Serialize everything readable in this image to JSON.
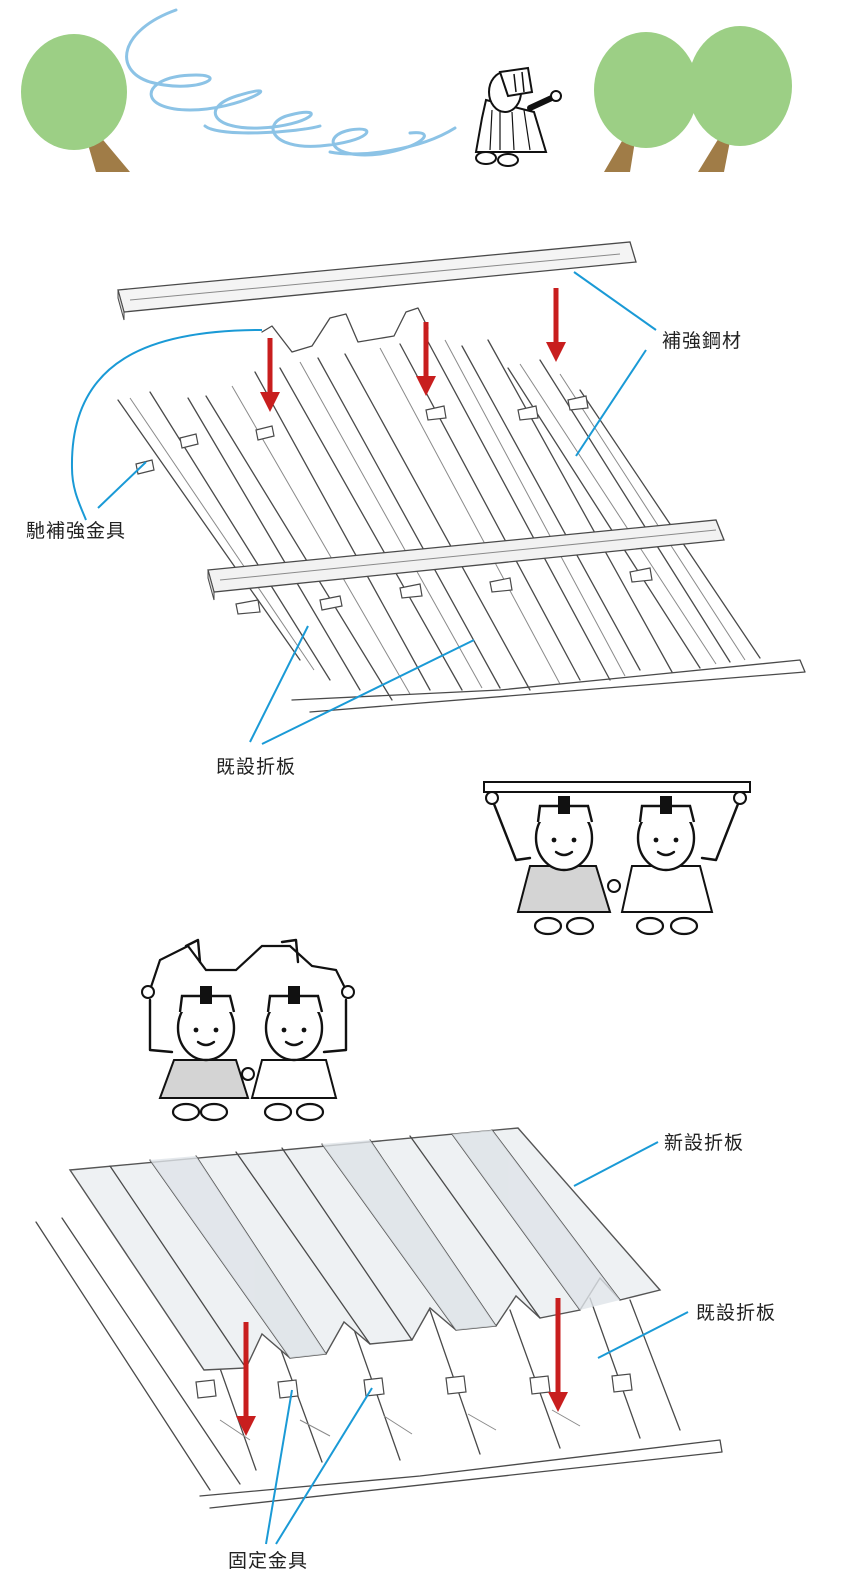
{
  "labels": {
    "reinforcement_steel": "補強鋼材",
    "purlin_bracket": "馳補強金具",
    "existing_sheet_top": "既設折板",
    "new_sheet": "新設折板",
    "existing_sheet_bottom": "既設折板",
    "fixing_bracket": "固定金具"
  },
  "colors": {
    "tree_foliage": "#9ccf85",
    "tree_trunk": "#a07c47",
    "wind": "#8cc3e6",
    "leader": "#1a9ad6",
    "arrow": "#c81e1e"
  }
}
